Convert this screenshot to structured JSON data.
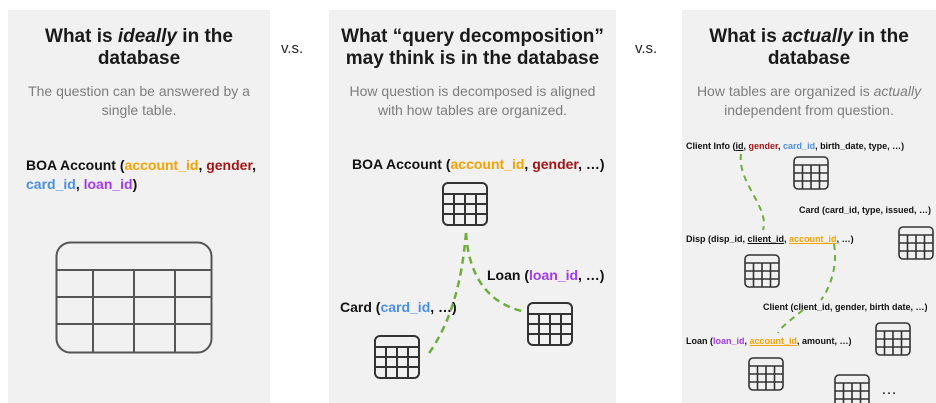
{
  "vs_label": "v.s.",
  "panel1": {
    "title_pre": "What is ",
    "title_em": "ideally",
    "title_post": " in the database",
    "subtitle": "The question can be answered by a single table.",
    "table": {
      "name": "BOA Account",
      "open": " (",
      "col1": "account_id",
      "sep1": ", ",
      "col2": "gender",
      "sep2": ",",
      "col3": "card_id",
      "sep3": ", ",
      "col4": "loan_id",
      "close": ")"
    }
  },
  "panel2": {
    "title_line1": "What “query decomposition”",
    "title_line2": "may think is in the database",
    "subtitle": "How question is decomposed is aligned with how tables are organized.",
    "boa": {
      "name": "BOA Account (",
      "col1": "account_id",
      "sep1": ", ",
      "col2": "gender",
      "rest": ", …)"
    },
    "loan": {
      "name": "Loan (",
      "col1": "loan_id",
      "rest": ", …)"
    },
    "card": {
      "name": "Card (",
      "col1": "card_id",
      "rest": ", …)"
    }
  },
  "panel3": {
    "title_pre": "What is ",
    "title_em": "actually",
    "title_post": " in the database",
    "subtitle_pre": "How tables are organized is ",
    "subtitle_em": "actually",
    "subtitle_post": " independent from question.",
    "client_info": {
      "name": "Client Info (",
      "c1": "id",
      "s1": ", ",
      "c2": "gender",
      "s2": ", ",
      "c3": "card_id",
      "rest": ", birth_date, type, …)"
    },
    "card": {
      "text": "Card (card_id, type, issued, …)"
    },
    "disp": {
      "name": "Disp (disp_id, ",
      "c1": "client_id",
      "s1": ", ",
      "c2": "account_id",
      "rest": ", …)"
    },
    "client": {
      "text": "Client (client_id, gender, birth date, …)"
    },
    "loan": {
      "name": "Loan (",
      "c1": "loan_id",
      "s1": ", ",
      "c2": "account_id",
      "rest": ", amount, …)"
    },
    "ellipsis": "…"
  },
  "colors": {
    "panel_bg": "#f1f1f1",
    "orange": "#f4a300",
    "red": "#a31515",
    "blue": "#4a8fe6",
    "purple": "#a23af0",
    "dashed_link": "#6dae3b"
  }
}
